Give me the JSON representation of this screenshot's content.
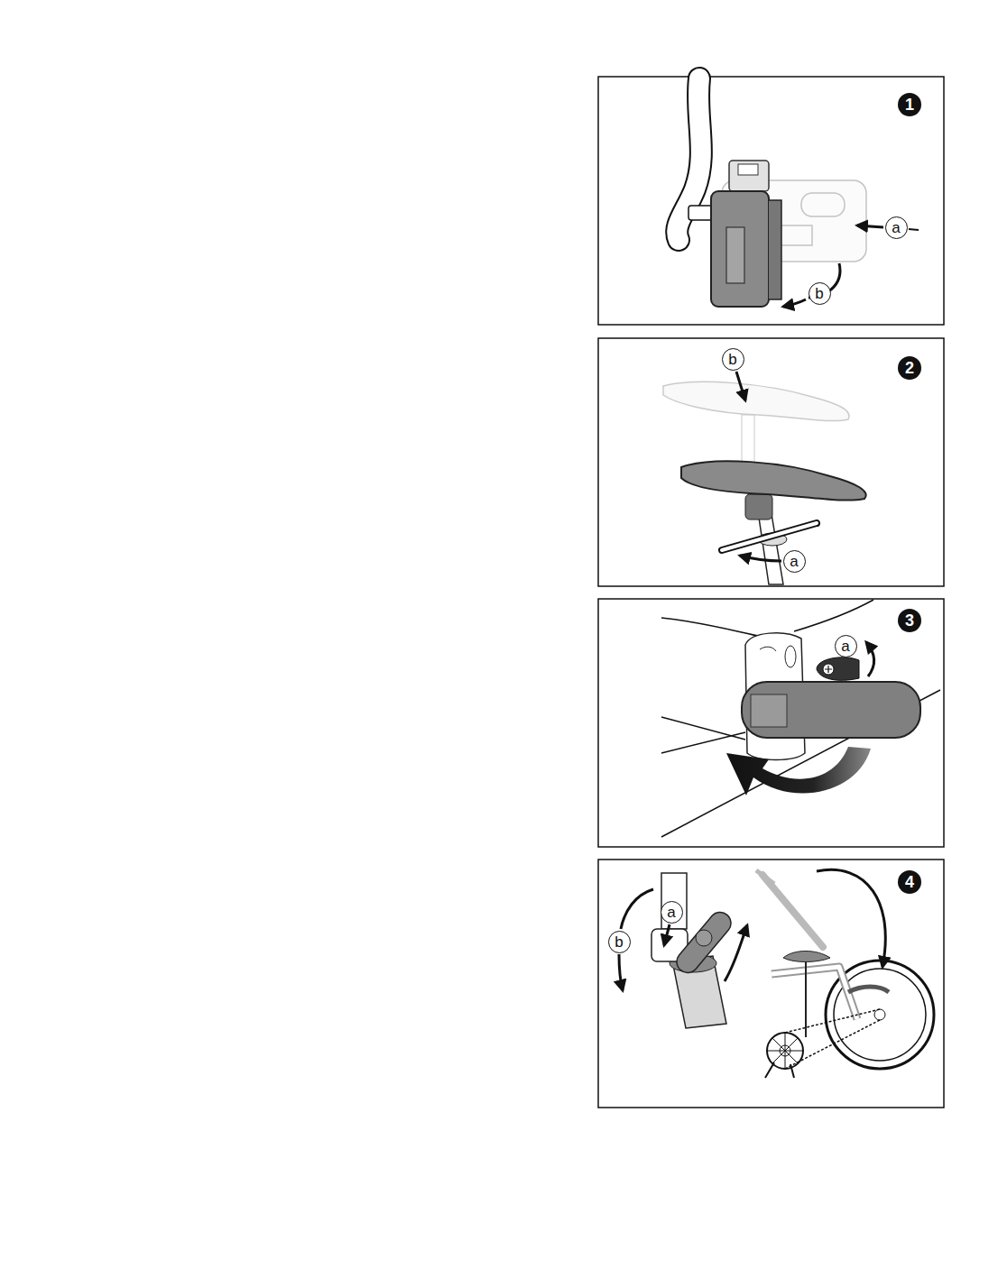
{
  "diagram": {
    "labels": [
      "1",
      "a",
      "b",
      "b",
      "2",
      "a",
      "3",
      "a",
      "4",
      "a",
      "b"
    ]
  }
}
